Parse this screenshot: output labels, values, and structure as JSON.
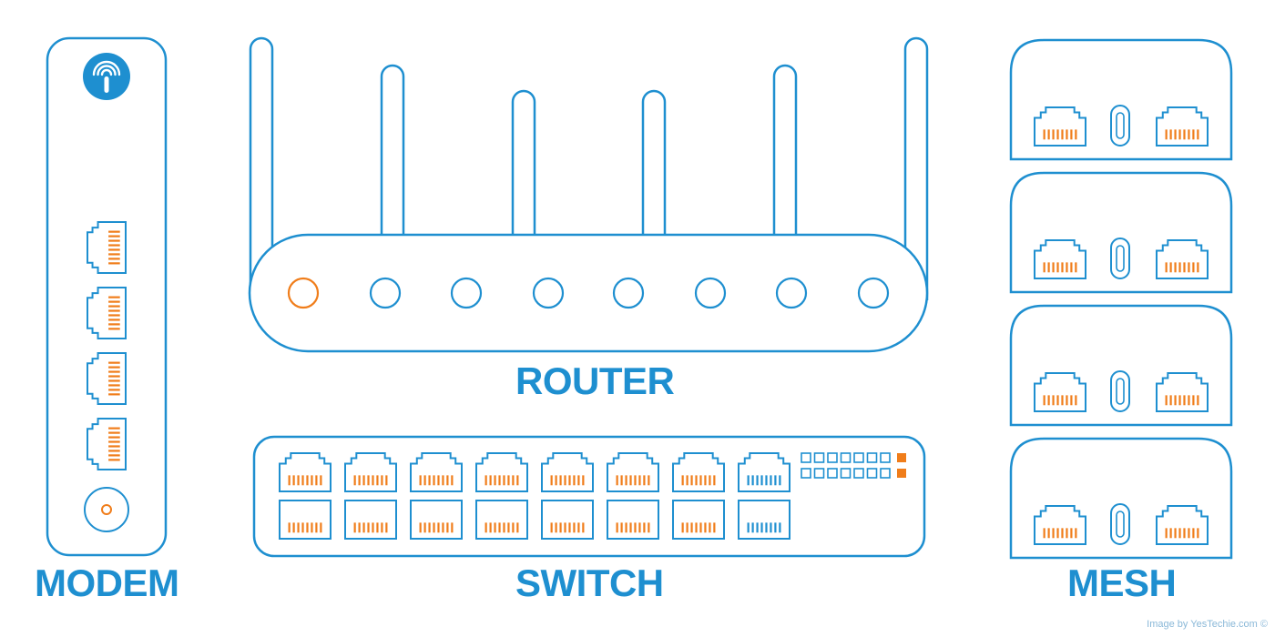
{
  "labels": {
    "modem": "MODEM",
    "router": "ROUTER",
    "switch": "SWITCH",
    "mesh": "MESH"
  },
  "credit": "Image by YesTechie.com ©",
  "colors": {
    "outline": "#1e8fd0",
    "accent": "#f07d1a",
    "background": "#ffffff"
  },
  "icons": {
    "modem_logo": "wifi-icon",
    "ethernet_port": "ethernet-port-icon",
    "usb_c_port": "usb-c-port-icon",
    "coax_port": "coax-port-icon"
  },
  "devices": {
    "modem": {
      "ethernet_ports": 4,
      "coax_ports": 1
    },
    "router": {
      "antennas": 6,
      "leds": 8,
      "active_led": 1
    },
    "switch": {
      "port_rows": 2,
      "ports_per_row": 8,
      "uplink_ports": 2,
      "status_leds_per_row": 7
    },
    "mesh": {
      "units": 4,
      "ethernet_ports_per_unit": 2,
      "usb_c_ports_per_unit": 1
    }
  }
}
